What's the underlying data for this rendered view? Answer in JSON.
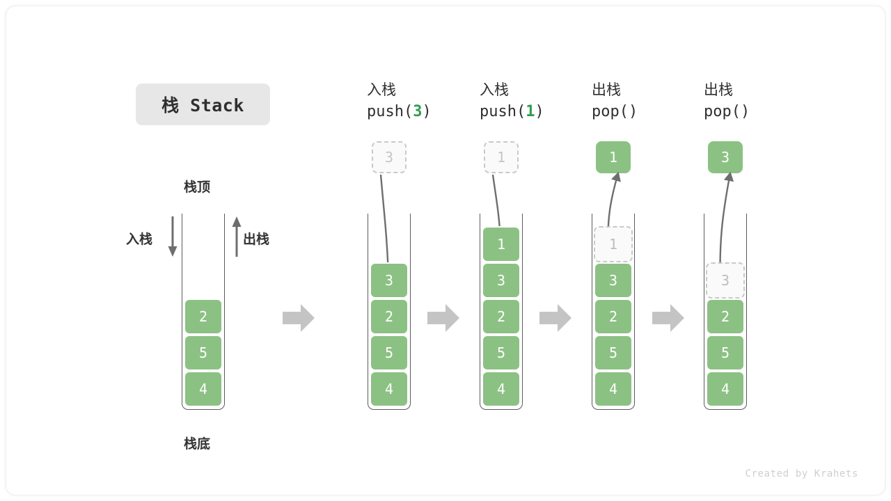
{
  "figure": {
    "title_badge": "栈 Stack",
    "watermark": "Created by Krahets",
    "accent_green": "#8cc184",
    "arg_green": "#2e9e4f",
    "ghost_gray": "#c9c9c9",
    "connector_gray": "#bfbfbf"
  },
  "labels": {
    "top": "栈顶",
    "bottom": "栈底",
    "push_side": "入栈",
    "pop_side": "出栈"
  },
  "initial_stack": {
    "cells": [
      "2",
      "5",
      "4"
    ]
  },
  "stages": [
    {
      "id": "push-3",
      "cn": "入栈",
      "code_prefix": "push(",
      "arg": "3",
      "code_suffix": ")",
      "float_box": {
        "value": "3",
        "style": "ghost",
        "position": "above"
      },
      "motion": "down",
      "cells": [
        {
          "value": "3",
          "style": "solid"
        },
        {
          "value": "2",
          "style": "solid"
        },
        {
          "value": "5",
          "style": "solid"
        },
        {
          "value": "4",
          "style": "solid"
        }
      ]
    },
    {
      "id": "push-1",
      "cn": "入栈",
      "code_prefix": "push(",
      "arg": "1",
      "code_suffix": ")",
      "float_box": {
        "value": "1",
        "style": "ghost",
        "position": "above"
      },
      "motion": "down",
      "cells": [
        {
          "value": "1",
          "style": "solid"
        },
        {
          "value": "3",
          "style": "solid"
        },
        {
          "value": "2",
          "style": "solid"
        },
        {
          "value": "5",
          "style": "solid"
        },
        {
          "value": "4",
          "style": "solid"
        }
      ]
    },
    {
      "id": "pop-1",
      "cn": "出栈",
      "code_prefix": "pop(",
      "arg": "",
      "code_suffix": ")",
      "float_box": {
        "value": "1",
        "style": "solid",
        "position": "above"
      },
      "motion": "up",
      "cells": [
        {
          "value": "1",
          "style": "ghost"
        },
        {
          "value": "3",
          "style": "solid"
        },
        {
          "value": "2",
          "style": "solid"
        },
        {
          "value": "5",
          "style": "solid"
        },
        {
          "value": "4",
          "style": "solid"
        }
      ]
    },
    {
      "id": "pop-2",
      "cn": "出栈",
      "code_prefix": "pop(",
      "arg": "",
      "code_suffix": ")",
      "float_box": {
        "value": "3",
        "style": "solid",
        "position": "above"
      },
      "motion": "up",
      "cells": [
        {
          "value": "3",
          "style": "ghost"
        },
        {
          "value": "2",
          "style": "solid"
        },
        {
          "value": "5",
          "style": "solid"
        },
        {
          "value": "4",
          "style": "solid"
        }
      ]
    }
  ]
}
